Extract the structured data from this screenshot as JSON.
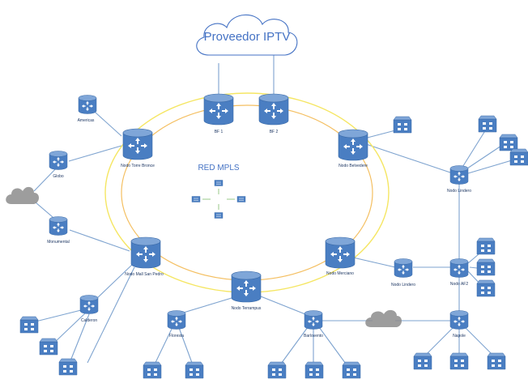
{
  "cloud_label": "Proveedor IPTV",
  "ring_label": "RED MPLS",
  "routers": {
    "bf1": "BF 1",
    "bf2": "BF 2",
    "torre_bronce": "Nodo Torre Bronce",
    "belvedere": "Nodo Belvedere",
    "mall": "Nodo Mall San Pedro",
    "terrampus": "Nodo Terrampus",
    "merciano": "Nodo Merciano"
  },
  "switches": {
    "americas": "Americas",
    "globo": "Globo",
    "monumental": "Monumental",
    "lindero": "Nodo Lindero",
    "lindero2": "Nodo Lindero",
    "nodo_af2": "Nodo AF2",
    "calderon": "Calderon",
    "floresta": "Floresta",
    "barlovento": "Barlovento",
    "napole": "Napole"
  },
  "colors": {
    "device_fill": "#4a7ec2",
    "device_top": "#7fa6d8",
    "link": "#7ea3cf",
    "ring_outer": "#f5e663",
    "ring_inner": "#f4bf61",
    "cloud_stroke": "#4472c4",
    "grey_cloud": "#8c8c8c"
  }
}
